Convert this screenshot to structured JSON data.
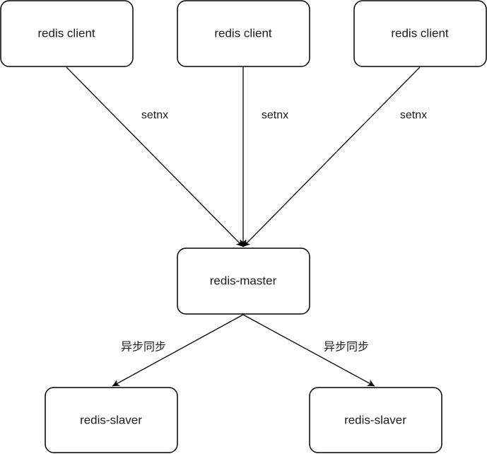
{
  "nodes": {
    "client_1": {
      "label": "redis client"
    },
    "client_2": {
      "label": "redis client"
    },
    "client_3": {
      "label": "redis client"
    },
    "master": {
      "label": "redis-master"
    },
    "slaver_1": {
      "label": "redis-slaver"
    },
    "slaver_2": {
      "label": "redis-slaver"
    }
  },
  "edges": {
    "client_1_to_master": {
      "label": "setnx"
    },
    "client_2_to_master": {
      "label": "setnx"
    },
    "client_3_to_master": {
      "label": "setnx"
    },
    "master_to_slaver_1": {
      "label": "异步同步"
    },
    "master_to_slaver_2": {
      "label": "异步同步"
    }
  },
  "colors": {
    "stroke": "#000000",
    "fill": "#ffffff",
    "text": "#1a1a1a"
  }
}
